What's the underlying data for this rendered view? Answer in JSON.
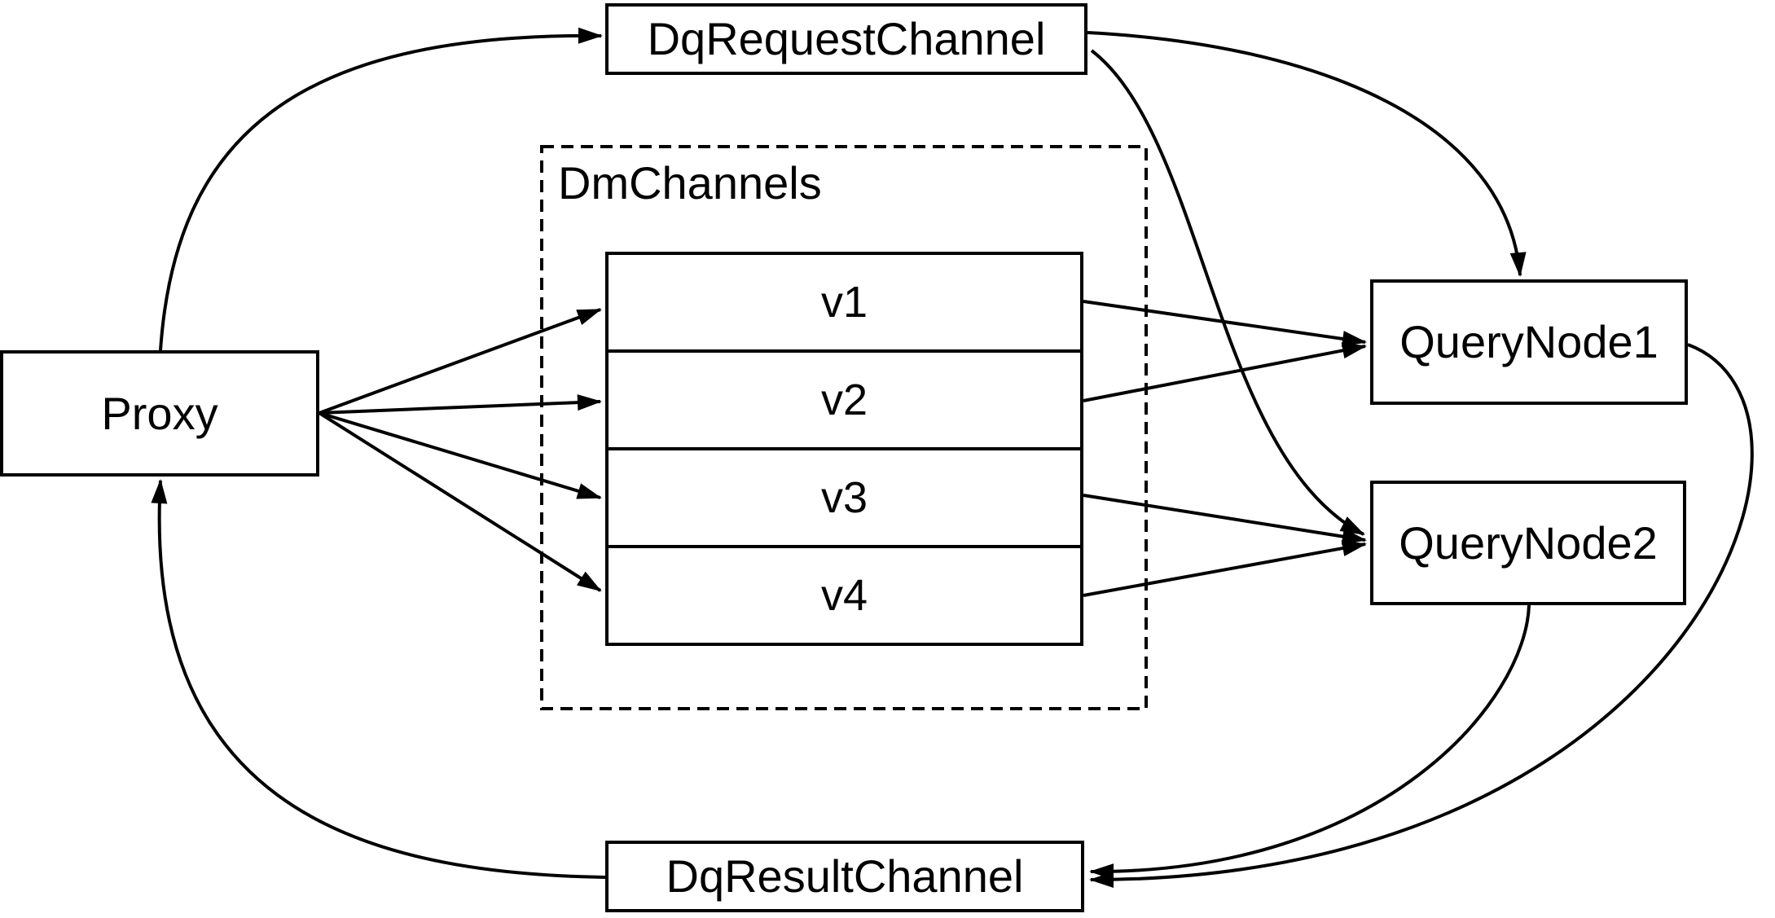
{
  "diagram": {
    "background_color": "#ffffff",
    "line_color": "#000000",
    "nodes": {
      "proxy": {
        "label": "Proxy"
      },
      "dq_request_channel": {
        "label": "DqRequestChannel"
      },
      "dm_channels": {
        "label": "DmChannels",
        "channels": [
          "v1",
          "v2",
          "v3",
          "v4"
        ]
      },
      "query_node_1": {
        "label": "QueryNode1"
      },
      "query_node_2": {
        "label": "QueryNode2"
      },
      "dq_result_channel": {
        "label": "DqResultChannel"
      }
    },
    "edges": [
      {
        "from": "Proxy",
        "to": "DqRequestChannel"
      },
      {
        "from": "DqRequestChannel",
        "to": "QueryNode1"
      },
      {
        "from": "DqRequestChannel",
        "to": "QueryNode2"
      },
      {
        "from": "Proxy",
        "to": "v1"
      },
      {
        "from": "Proxy",
        "to": "v2"
      },
      {
        "from": "Proxy",
        "to": "v3"
      },
      {
        "from": "Proxy",
        "to": "v4"
      },
      {
        "from": "v1",
        "to": "QueryNode1"
      },
      {
        "from": "v2",
        "to": "QueryNode1"
      },
      {
        "from": "v3",
        "to": "QueryNode2"
      },
      {
        "from": "v4",
        "to": "QueryNode2"
      },
      {
        "from": "QueryNode1",
        "to": "DqResultChannel"
      },
      {
        "from": "QueryNode2",
        "to": "DqResultChannel"
      },
      {
        "from": "DqResultChannel",
        "to": "Proxy"
      }
    ]
  }
}
